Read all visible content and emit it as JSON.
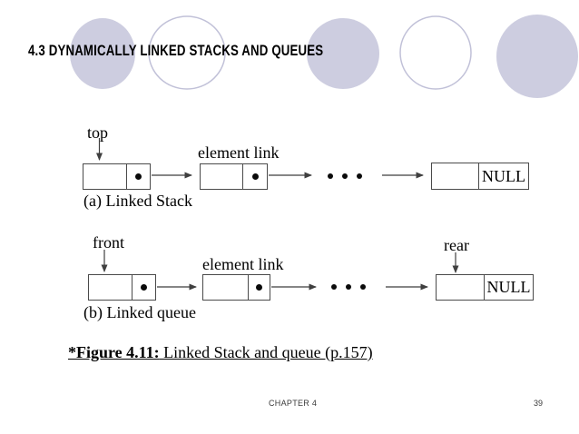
{
  "slide": {
    "title": "4.3 DYNAMICALLY LINKED STACKS AND QUEUES"
  },
  "stack": {
    "pointer_label": "top",
    "field_label": "element link",
    "null_label": "NULL",
    "caption": "(a) Linked Stack"
  },
  "queue": {
    "front_label": "front",
    "rear_label": "rear",
    "field_label": "element link",
    "null_label": "NULL",
    "caption": "(b) Linked queue"
  },
  "figure": {
    "label_bold": "*Figure 4.11:",
    "label_rest": " Linked Stack and queue (p.157)"
  },
  "footer": {
    "chapter": "CHAPTER 4",
    "page_number": "39"
  },
  "colors": {
    "circle_fill": "#cdcde0",
    "circle_stroke": "#c1c1d8",
    "line": "#3f3f3f",
    "text": "#000000"
  },
  "icons": {
    "link_pointer": "filled-dot",
    "ellipsis": "three-dots",
    "arrowhead": "right-or-down-arrow"
  }
}
